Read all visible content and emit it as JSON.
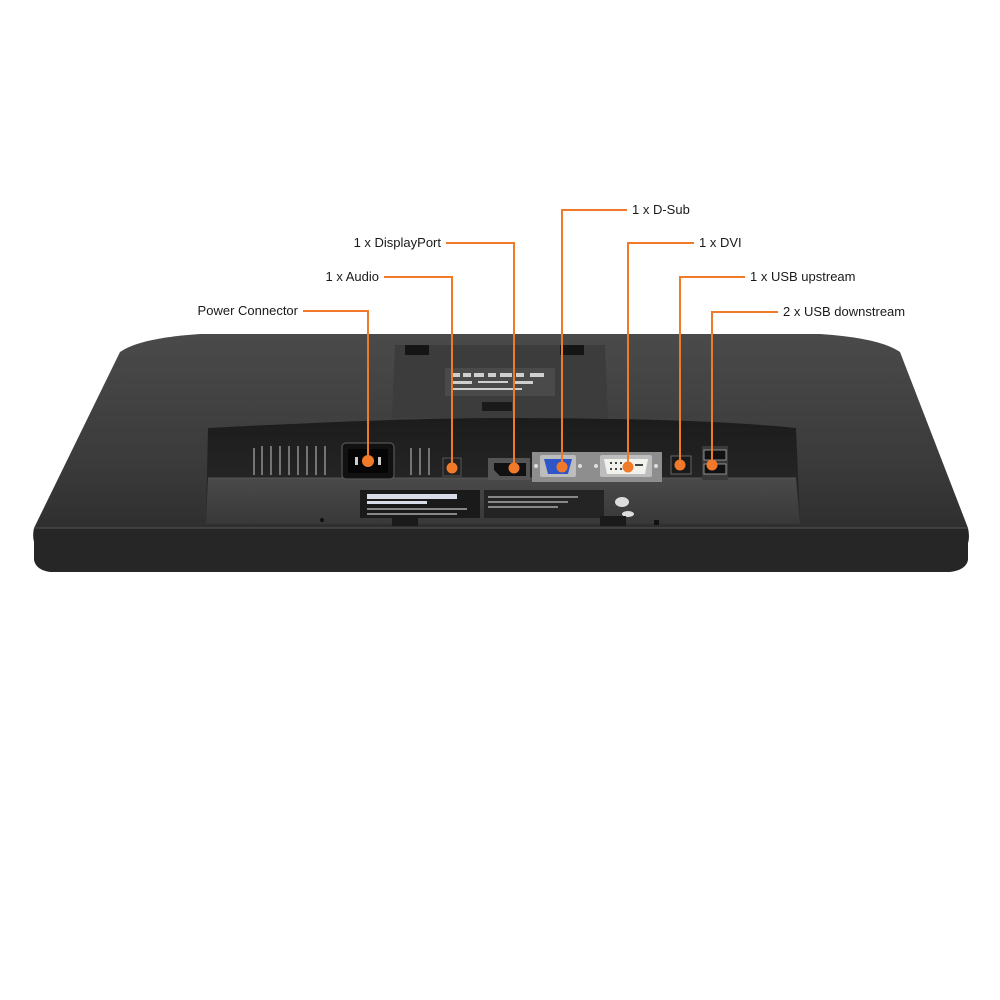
{
  "diagram": {
    "title": "Monitor rear/bottom connector panel",
    "accent_color": "#f07a2a",
    "callouts": [
      {
        "id": "power",
        "label": "Power Connector",
        "side": "left"
      },
      {
        "id": "audio",
        "label": "1 x Audio",
        "side": "left"
      },
      {
        "id": "displayport",
        "label": "1 x DisplayPort",
        "side": "left"
      },
      {
        "id": "dsub",
        "label": "1 x D-Sub",
        "side": "right"
      },
      {
        "id": "dvi",
        "label": "1 x DVI",
        "side": "right"
      },
      {
        "id": "usb_up",
        "label": "1 x USB upstream",
        "side": "right"
      },
      {
        "id": "usb_down",
        "label": "2 x USB downstream",
        "side": "right"
      }
    ]
  }
}
